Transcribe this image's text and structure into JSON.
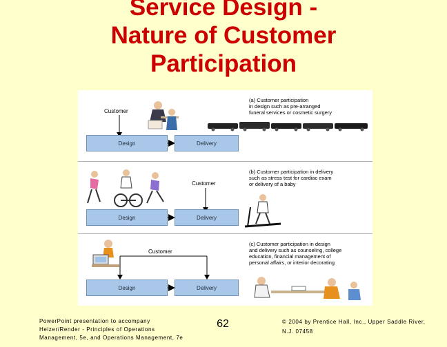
{
  "slide": {
    "title_lines": [
      "Service Design -",
      "Nature of Customer",
      "Participation"
    ],
    "page_number": "62"
  },
  "figure": {
    "panels": [
      {
        "customer_label": "Customer",
        "design_label": "Design",
        "delivery_label": "Delivery",
        "caption_lines": [
          "(a) Customer participation",
          "in design such as pre-arranged",
          "funeral services or cosmetic surgery"
        ]
      },
      {
        "customer_label": "Customer",
        "design_label": "Design",
        "delivery_label": "Delivery",
        "caption_lines": [
          "(b) Customer participation in delivery",
          "such as stress test for cardiac exam",
          "or delivery of a baby"
        ]
      },
      {
        "customer_label": "Customer",
        "design_label": "Design",
        "delivery_label": "Delivery",
        "caption_lines": [
          "(c) Customer participation in design",
          "and delivery such as counseling, college",
          "education, financial management of",
          "personal affairs, or interior decorating"
        ]
      }
    ]
  },
  "footer": {
    "left_lines": [
      "PowerPoint presentation to accompany",
      "Heizer/Render - Principles of Operations",
      "Management, 5e, and Operations Management, 7e"
    ],
    "right_lines": [
      "© 2004 by Prentice Hall, Inc., Upper Saddle River,",
      "N.J. 07458"
    ]
  },
  "colors": {
    "background": "#FFFFCC",
    "title": "#CC0000",
    "box_fill": "#A9C7E8"
  }
}
